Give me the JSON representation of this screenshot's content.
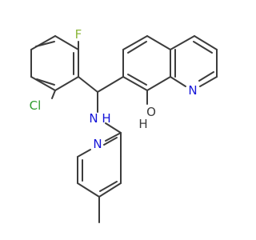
{
  "molecule": {
    "atoms": {
      "fluorine": "F",
      "chlorine": "Cl",
      "amine_nitrogen": "N",
      "amine_hydrogen": "H",
      "quinoline_nitrogen": "N",
      "pyridine_nitrogen": "N",
      "hydroxyl_oxygen": "O",
      "hydroxyl_hydrogen": "H"
    },
    "colors": {
      "bond": "#3c3c3c",
      "fluorine": "#8bb63a",
      "chlorine": "#2e9c2e",
      "nitrogen": "#1414d8",
      "oxygen": "#3c3c3c"
    }
  }
}
